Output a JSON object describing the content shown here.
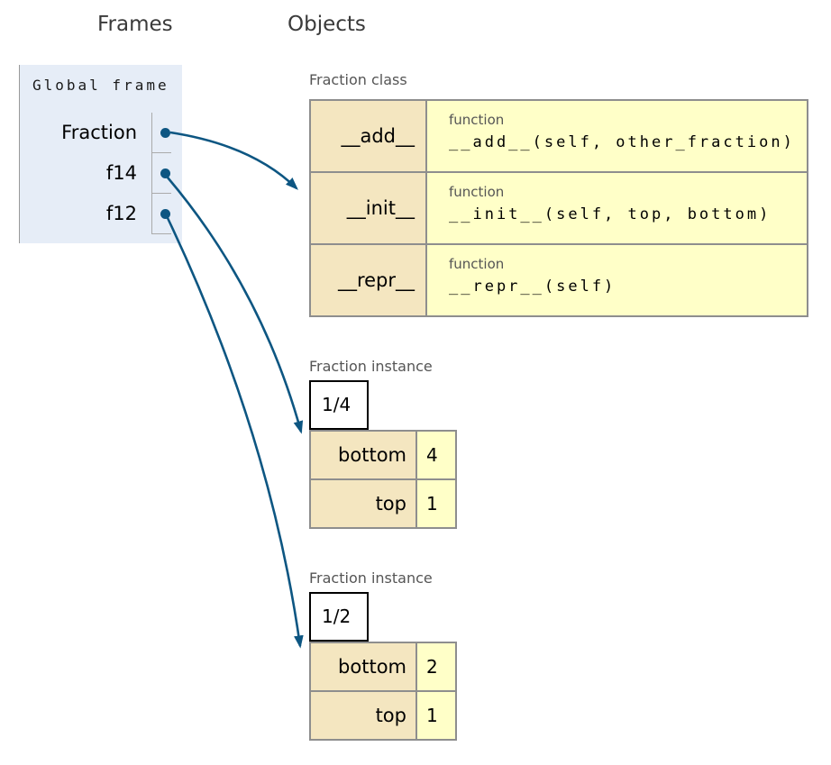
{
  "headings": {
    "frames": "Frames",
    "objects": "Objects"
  },
  "global_frame": {
    "label": "Global frame",
    "variables": [
      {
        "name": "Fraction",
        "points_to": "Fraction class"
      },
      {
        "name": "f14",
        "points_to": "Fraction instance 1/4"
      },
      {
        "name": "f12",
        "points_to": "Fraction instance 1/2"
      }
    ]
  },
  "fraction_class": {
    "type_label": "Fraction class",
    "methods": [
      {
        "name": "__add__",
        "type": "function",
        "signature": "__add__(self, other_fraction)"
      },
      {
        "name": "__init__",
        "type": "function",
        "signature": "__init__(self, top, bottom)"
      },
      {
        "name": "__repr__",
        "type": "function",
        "signature": "__repr__(self)"
      }
    ]
  },
  "instances": [
    {
      "type_label": "Fraction instance",
      "repr": "1/4",
      "attributes": [
        {
          "name": "bottom",
          "value": "4"
        },
        {
          "name": "top",
          "value": "1"
        }
      ]
    },
    {
      "type_label": "Fraction instance",
      "repr": "1/2",
      "attributes": [
        {
          "name": "bottom",
          "value": "2"
        },
        {
          "name": "top",
          "value": "1"
        }
      ]
    }
  ],
  "colors": {
    "arrow": "#0d5682",
    "frame_bg": "#e6edf7",
    "key_cell_bg": "#f4e6c0",
    "value_cell_bg": "#ffffc8",
    "table_border": "#8e8e8e",
    "type_label_text": "#555555",
    "heading_text": "#3a3a3a"
  }
}
